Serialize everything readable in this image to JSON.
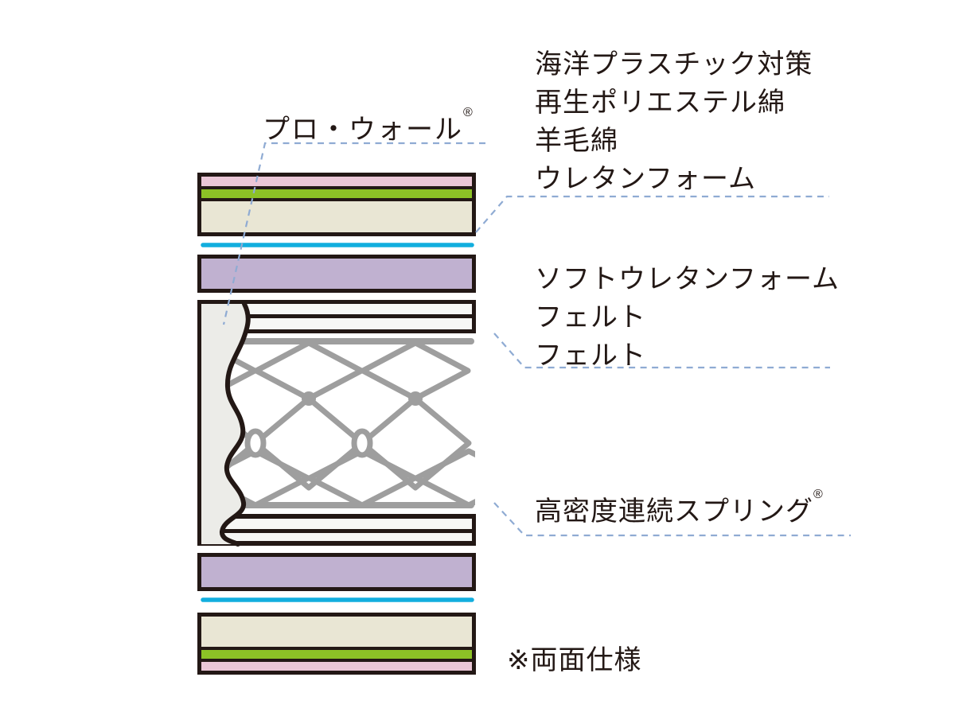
{
  "labels": {
    "pro_wall": "プロ・ウォール",
    "registered_mark": "®",
    "top_materials": [
      "海洋プラスチック対策",
      "再生ポリエステル綿",
      "羊毛綿",
      "ウレタンフォーム"
    ],
    "middle_materials": [
      "ソフトウレタンフォーム",
      "フェルト",
      "フェルト"
    ],
    "spring": "高密度連続スプリング",
    "note": "※両面仕様"
  },
  "colors": {
    "ink": "#231815",
    "pink": "#eac6d6",
    "green": "#8cc226",
    "cream": "#e9e6d4",
    "cyan": "#12aede",
    "purple": "#c0b1d0",
    "feltWhite": "#f7f7f5",
    "springGray": "#9e9e9e",
    "wallGray": "#ecece8",
    "leaderBlue": "#8fabd3",
    "text": "#231815"
  }
}
